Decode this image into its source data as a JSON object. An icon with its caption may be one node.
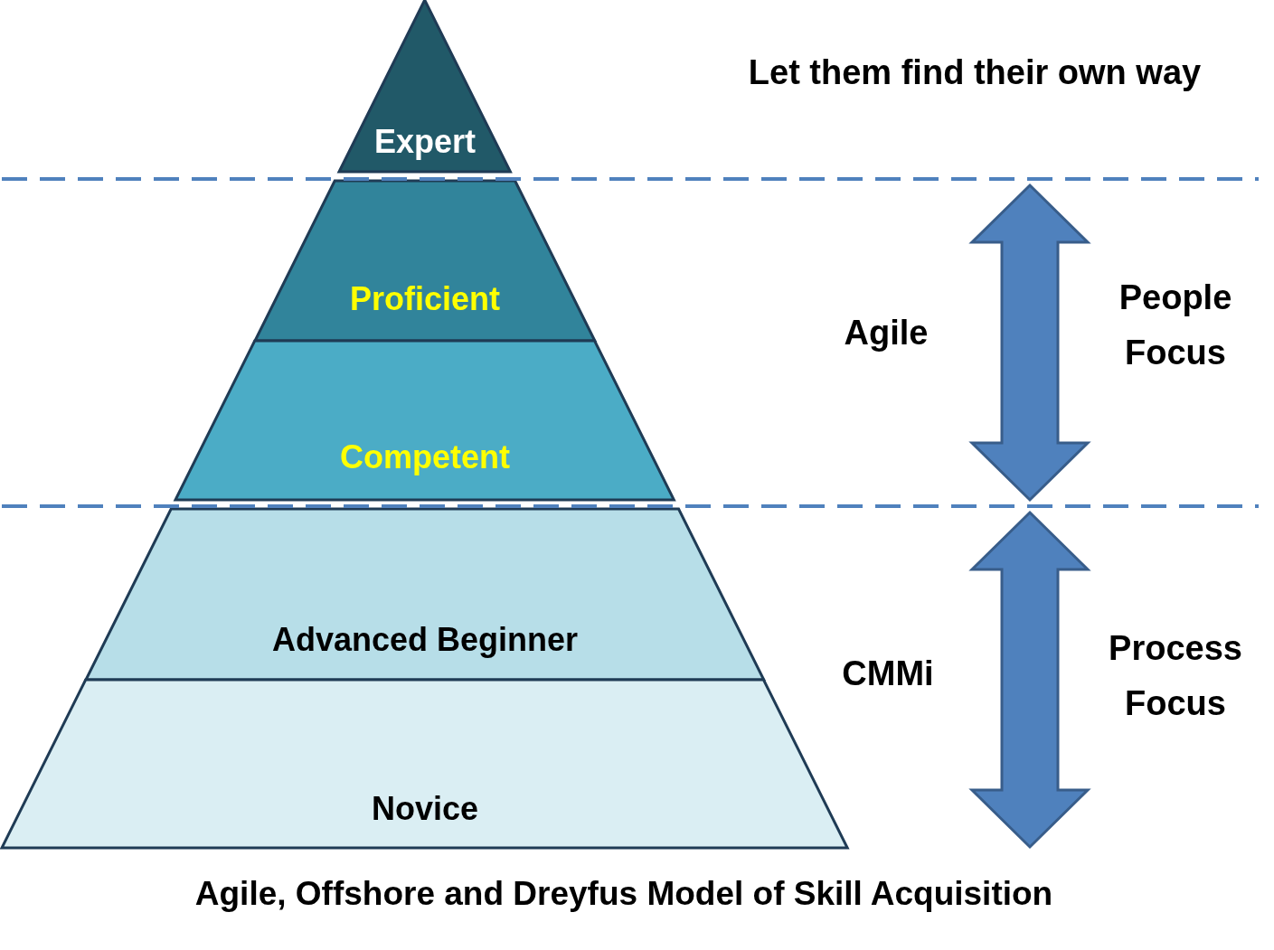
{
  "diagram": {
    "caption": "Agile, Offshore and Dreyfus Model of Skill Acquisition",
    "nodes": [
      {
        "text": [
          "Expert"
        ]
      },
      {
        "text": [
          "Proficient"
        ]
      },
      {
        "text": [
          "Competent"
        ]
      },
      {
        "text": [
          "Advanced Beginner"
        ]
      },
      {
        "text": [
          "Novice"
        ]
      }
    ],
    "labels": [
      "Let them find their own way",
      "Agile",
      "People Focus",
      "CMMi",
      "Process Focus"
    ]
  }
}
